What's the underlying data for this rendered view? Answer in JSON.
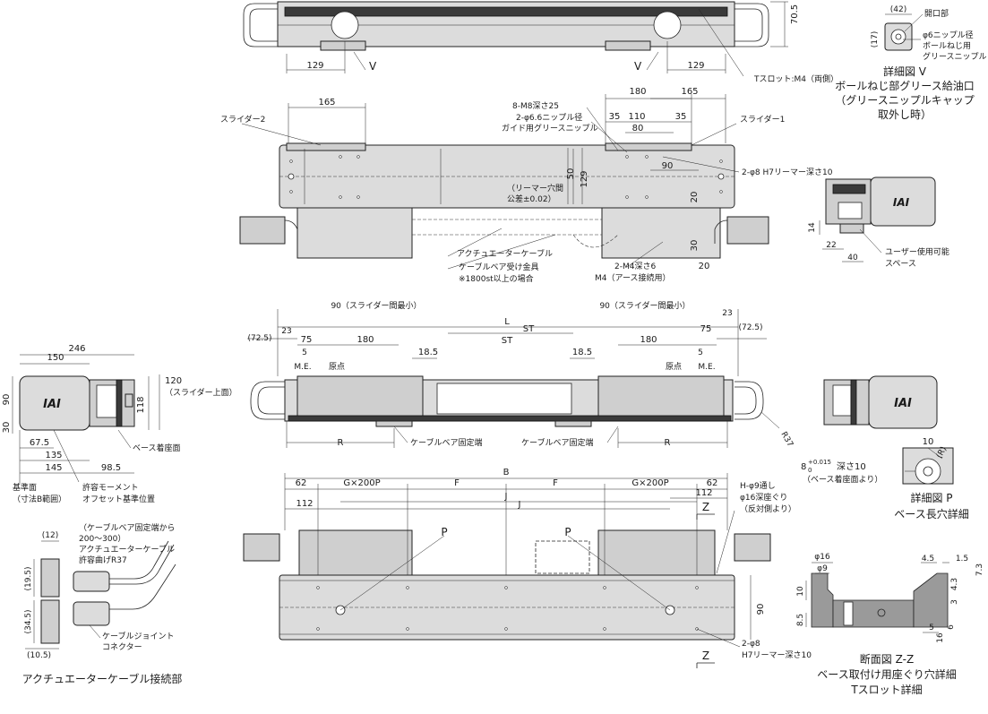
{
  "top_view": {
    "dim_height": "70.5",
    "dim_left": "129",
    "dim_right": "129",
    "marker_left": "V",
    "marker_right": "V",
    "tslot_label": "Tスロット:M4（両側）"
  },
  "detail_v": {
    "dim_42": "(42)",
    "dim_17": "(17)",
    "opening": "開口部",
    "nipple_1": "φ6ニップル径",
    "nipple_2": "ボールねじ用",
    "nipple_3": "グリースニップル",
    "title_1": "詳細図 V",
    "title_2": "ボールねじ部グリース給油口",
    "title_3": "（グリースニップルキャップ",
    "title_4": "取外し時）"
  },
  "plan_view": {
    "dim_165_left": "165",
    "dim_180": "180",
    "dim_165_right": "165",
    "dim_35a": "35",
    "dim_110": "110",
    "dim_35b": "35",
    "dim_80": "80",
    "dim_90": "90",
    "dim_50": "50",
    "dim_129": "129",
    "dim_20a": "20",
    "dim_30": "30",
    "dim_20b": "20",
    "slider_2": "スライダー2",
    "slider_1": "スライダー1",
    "m8": "8-M8深さ25",
    "phi66_1": "2-φ6.6ニップル径",
    "phi66_2": "ガイド用グリースニップル",
    "phi8": "2-φ8 H7リーマー深さ10",
    "reamer_1": "（リーマー穴間",
    "reamer_2": "公差±0.02）",
    "actuator_cable": "アクチュエーターケーブル",
    "cable_bracket": "ケーブルベア受け金具",
    "cable_note": "※1800st以上の場合",
    "m4_6": "2-M4深さ6",
    "m4_earth": "M4（アース接続用）"
  },
  "side_view_right": {
    "dim_14": "14",
    "dim_22": "22",
    "dim_40": "40",
    "user_space_1": "ユーザー使用可能",
    "user_space_2": "スペース"
  },
  "front_view": {
    "dim_90_left": "90（スライダー間最小）",
    "dim_90_right": "90（スライダー間最小）",
    "dim_L": "L",
    "dim_ST": "ST",
    "dim_23_left": "23",
    "dim_23_right": "23",
    "dim_725_left": "(72.5)",
    "dim_725_right": "(72.5)",
    "dim_75_left": "75",
    "dim_75_right": "75",
    "dim_180_left": "180",
    "dim_180_right": "180",
    "dim_5_left": "5",
    "dim_5_right": "5",
    "dim_185_left": "18.5",
    "dim_185_right": "18.5",
    "me_left": "M.E.",
    "me_right": "M.E.",
    "origin_left": "原点",
    "origin_right": "原点",
    "R_left": "R",
    "R_right": "R",
    "R37": "R37",
    "fixed_end_left": "ケーブルベア固定端",
    "fixed_end_right": "ケーブルベア固定端"
  },
  "end_view": {
    "dim_246": "246",
    "dim_150": "150",
    "dim_90": "90",
    "dim_30": "30",
    "dim_118": "118",
    "dim_120_1": "120",
    "dim_120_2": "（スライダー上面）",
    "dim_675": "67.5",
    "dim_135": "135",
    "dim_145": "145",
    "dim_985": "98.5",
    "base_surface": "ベース着座面",
    "ref_1": "基準面",
    "ref_2": "（寸法B範囲）",
    "moment_1": "許容モーメント",
    "moment_2": "オフセット基準位置",
    "logo": "IAI"
  },
  "bottom_view": {
    "dim_62_left": "62",
    "dim_62_right": "62",
    "dim_G_left": "G×200P",
    "dim_G_right": "G×200P",
    "dim_B": "B",
    "dim_F_left": "F",
    "dim_F_right": "F",
    "dim_J1": "J",
    "dim_J2": "J",
    "dim_112_left": "112",
    "dim_112_right": "112",
    "dim_90": "90",
    "P_left": "P",
    "P_right": "P",
    "Z_top": "Z",
    "Z_bottom": "Z",
    "h_1": "H-φ9通し",
    "h_2": "φ16深座ぐり",
    "h_3": "（反対側より）",
    "phi8_1": "2-φ8",
    "phi8_2": "H7リーマー深さ10"
  },
  "detail_p": {
    "dim_10": "10",
    "dim_R": "(R)",
    "hole_1": "8",
    "hole_tol": "+0.015",
    "hole_tol2": "0",
    "hole_2": "深さ10",
    "hole_3": "（ベース着座面より）",
    "title_1": "詳細図 P",
    "title_2": "ベース長穴詳細"
  },
  "cable_detail": {
    "dim_12": "(12)",
    "dim_195": "(19.5)",
    "dim_345": "(34.5)",
    "dim_105": "(10.5)",
    "note_1": "（ケーブルベア固定端から",
    "note_2": "200～300）",
    "note_3": "アクチュエーターケーブル",
    "note_4": "許容曲げR37",
    "joint_1": "ケーブルジョイント",
    "joint_2": "コネクター",
    "title": "アクチュエーターケーブル接続部"
  },
  "section_zz": {
    "phi16": "φ16",
    "phi9": "φ9",
    "dim_45": "4.5",
    "dim_15": "1.5",
    "dim_73": "7.3",
    "dim_10": "10",
    "dim_43": "4.3",
    "dim_3": "3",
    "dim_85": "8.5",
    "dim_5": "5",
    "dim_6": "6",
    "dim_16": "16",
    "title_1": "断面図 Z-Z",
    "title_2": "ベース取付け用座ぐり穴詳細",
    "title_3": "Tスロット詳細"
  }
}
